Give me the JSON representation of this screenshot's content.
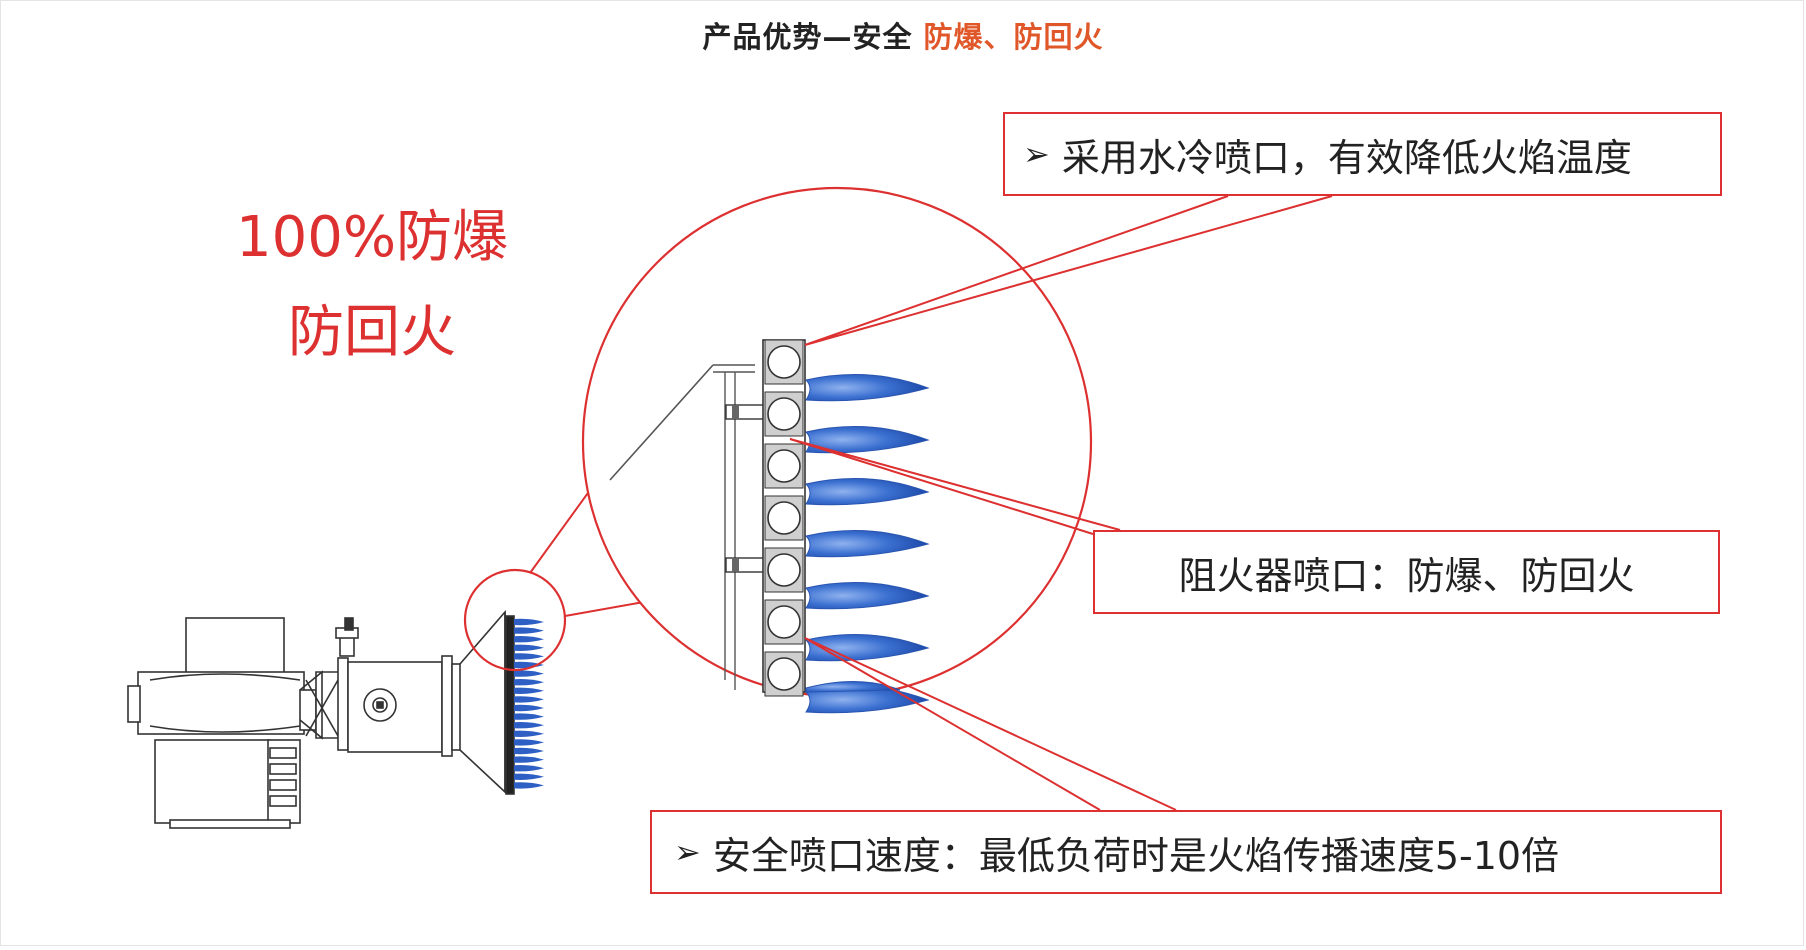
{
  "colors": {
    "red": "#dd3030",
    "accent": "#e0582a",
    "flame": "#2d5fc4"
  },
  "title": {
    "prefix": "产品优势—安全 ",
    "accent": "防爆、防回火"
  },
  "big_label": {
    "line1": "100%防爆",
    "line2": "防回火"
  },
  "callouts": {
    "water_cooled": {
      "icon": "arrow-bullet-icon",
      "text": "采用水冷喷口，有效降低火焰温度"
    },
    "flame_arrester": {
      "text": "阻火器喷口：防爆、防回火"
    },
    "nozzle_speed": {
      "icon": "arrow-bullet-icon",
      "text": "安全喷口速度：最低负荷时是火焰传播速度5-10倍"
    }
  }
}
